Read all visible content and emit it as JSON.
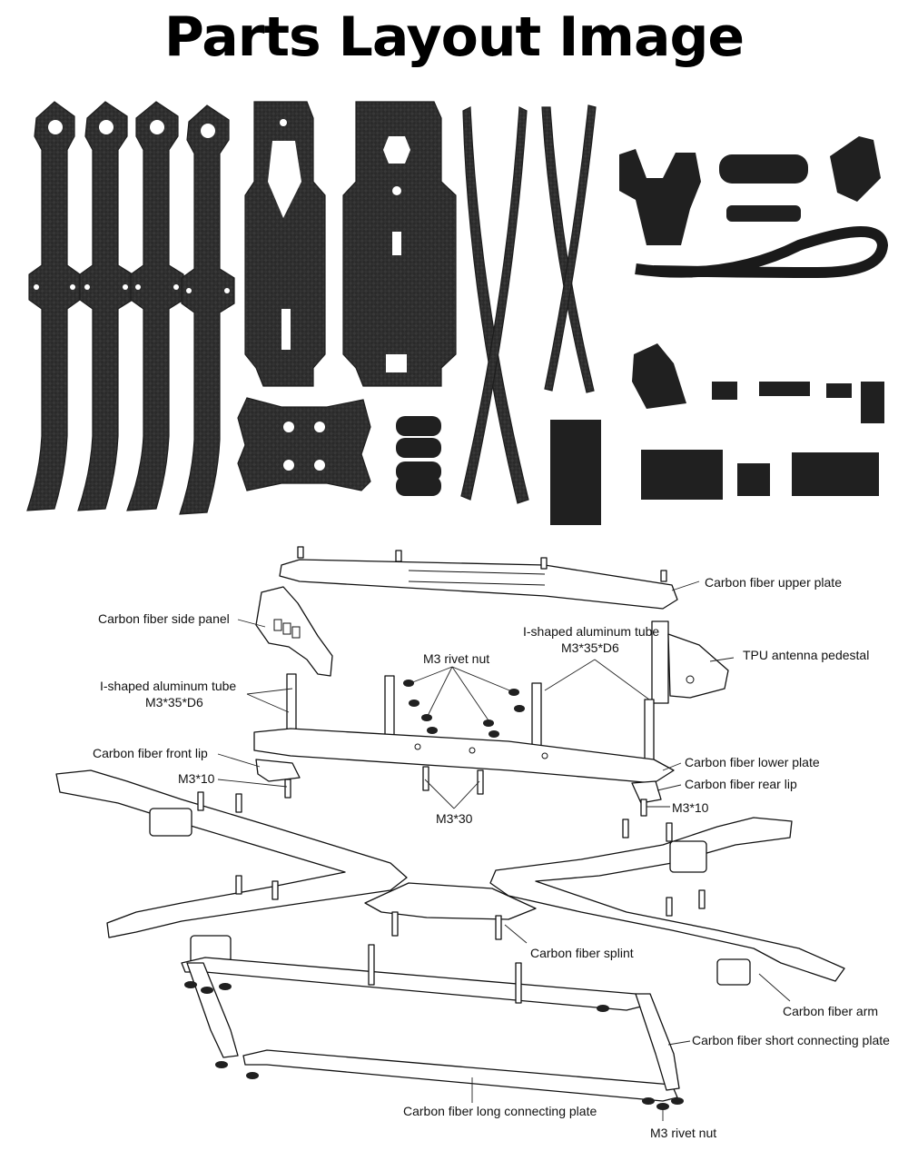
{
  "title": "Parts Layout Image",
  "labels": {
    "upper_plate": "Carbon fiber upper plate",
    "side_panel": "Carbon fiber side panel",
    "tube_right": "I-shaped aluminum tube",
    "tube_right_spec": "M3*35*D6",
    "rivet_nut_top": "M3 rivet nut",
    "antenna_pedestal": "TPU antenna pedestal",
    "tube_left": "I-shaped aluminum tube",
    "tube_left_spec": "M3*35*D6",
    "front_lip": "Carbon fiber front lip",
    "m3x10_left": "M3*10",
    "lower_plate": "Carbon fiber lower plate",
    "rear_lip": "Carbon fiber rear lip",
    "m3x10_right": "M3*10",
    "m3x30": "M3*30",
    "splint": "Carbon fiber splint",
    "arm": "Carbon fiber arm",
    "short_plate": "Carbon fiber short connecting plate",
    "long_plate": "Carbon fiber long connecting plate",
    "rivet_nut_bottom": "M3 rivet nut"
  }
}
